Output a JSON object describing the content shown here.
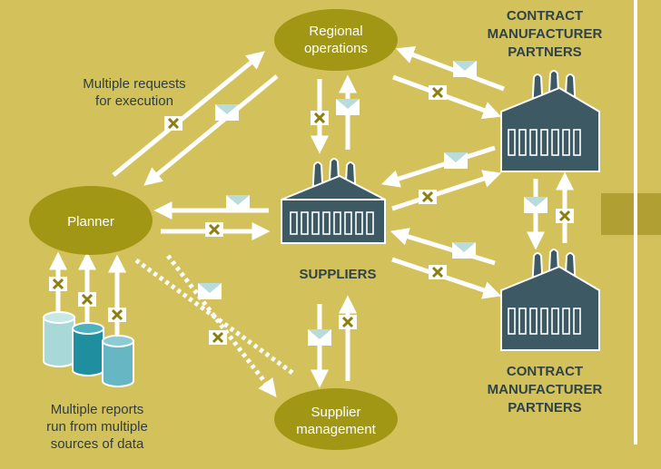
{
  "nodes": {
    "regional_operations": [
      "Regional",
      "operations"
    ],
    "planner": [
      "Planner"
    ],
    "supplier_management": [
      "Supplier",
      "management"
    ]
  },
  "labels": {
    "contract_top": [
      "CONTRACT",
      "MANUFACTURER",
      "PARTNERS"
    ],
    "contract_bottom": [
      "CONTRACT",
      "MANUFACTURER",
      "PARTNERS"
    ],
    "suppliers": "SUPPLIERS"
  },
  "notes": {
    "requests": [
      "Multiple requests",
      "for execution"
    ],
    "reports": [
      "Multiple reports",
      "run from multiple",
      "sources of data"
    ]
  },
  "icons": {
    "reject": "x-mark-icon",
    "message": "envelope-icon",
    "factory": "factory-icon",
    "database": "database-icon"
  },
  "colors": {
    "background": "#d3c25c",
    "node": "#a19714",
    "factory": "#3d5a64",
    "arrow": "#ffffff",
    "x_mark": "#8c7f0e",
    "envelope": "#b8dcdc",
    "db_light": "#a8d8d8",
    "db_teal": "#1f8fa0",
    "db_mid": "#66b6c4"
  }
}
